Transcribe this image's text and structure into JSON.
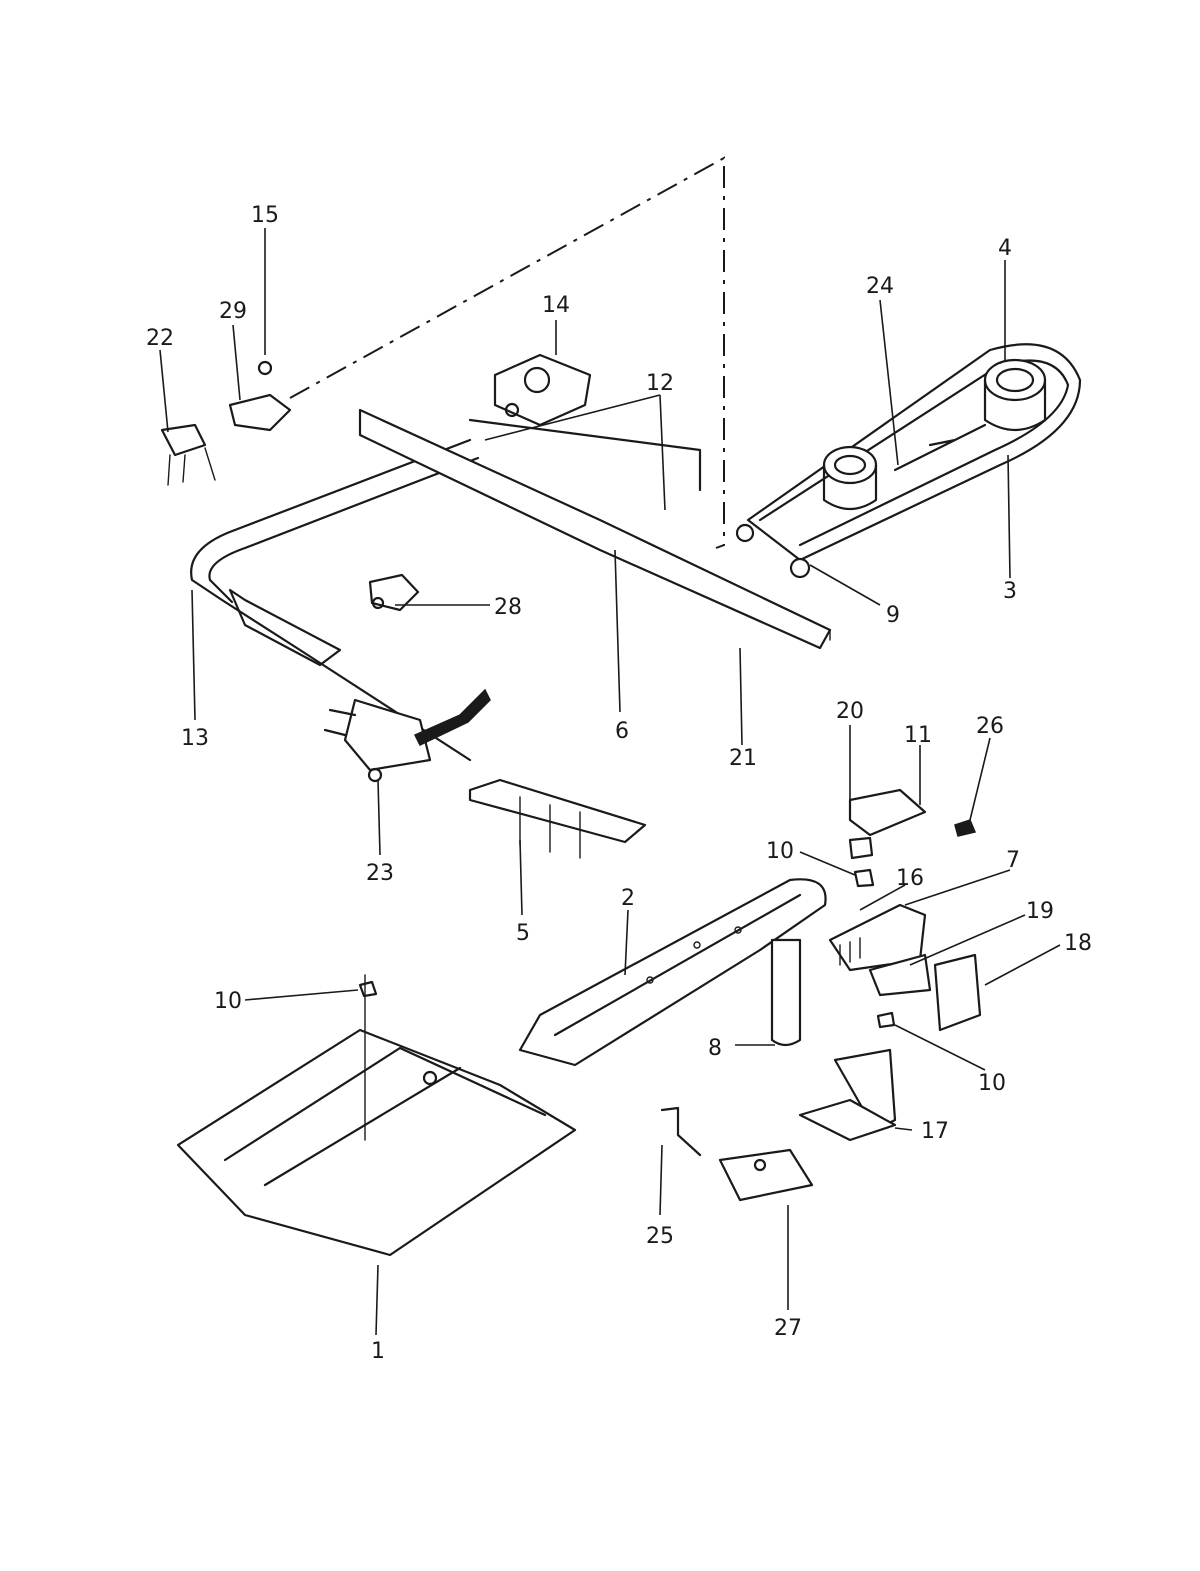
{
  "callouts": [
    {
      "id": "c15",
      "text": "15"
    },
    {
      "id": "c29",
      "text": "29"
    },
    {
      "id": "c22",
      "text": "22"
    },
    {
      "id": "c14",
      "text": "14"
    },
    {
      "id": "c12",
      "text": "12"
    },
    {
      "id": "c4",
      "text": "4"
    },
    {
      "id": "c24",
      "text": "24"
    },
    {
      "id": "c3",
      "text": "3"
    },
    {
      "id": "c9",
      "text": "9"
    },
    {
      "id": "c28",
      "text": "28"
    },
    {
      "id": "c13",
      "text": "13"
    },
    {
      "id": "c6",
      "text": "6"
    },
    {
      "id": "c21",
      "text": "21"
    },
    {
      "id": "c23",
      "text": "23"
    },
    {
      "id": "c5",
      "text": "5"
    },
    {
      "id": "c20",
      "text": "20"
    },
    {
      "id": "c11",
      "text": "11"
    },
    {
      "id": "c26",
      "text": "26"
    },
    {
      "id": "c10a",
      "text": "10"
    },
    {
      "id": "c16",
      "text": "16"
    },
    {
      "id": "c7",
      "text": "7"
    },
    {
      "id": "c19",
      "text": "19"
    },
    {
      "id": "c18",
      "text": "18"
    },
    {
      "id": "c2",
      "text": "2"
    },
    {
      "id": "c10b",
      "text": "10"
    },
    {
      "id": "c8",
      "text": "8"
    },
    {
      "id": "c10c",
      "text": "10"
    },
    {
      "id": "c17",
      "text": "17"
    },
    {
      "id": "c25",
      "text": "25"
    },
    {
      "id": "c27",
      "text": "27"
    },
    {
      "id": "c1",
      "text": "1"
    }
  ]
}
